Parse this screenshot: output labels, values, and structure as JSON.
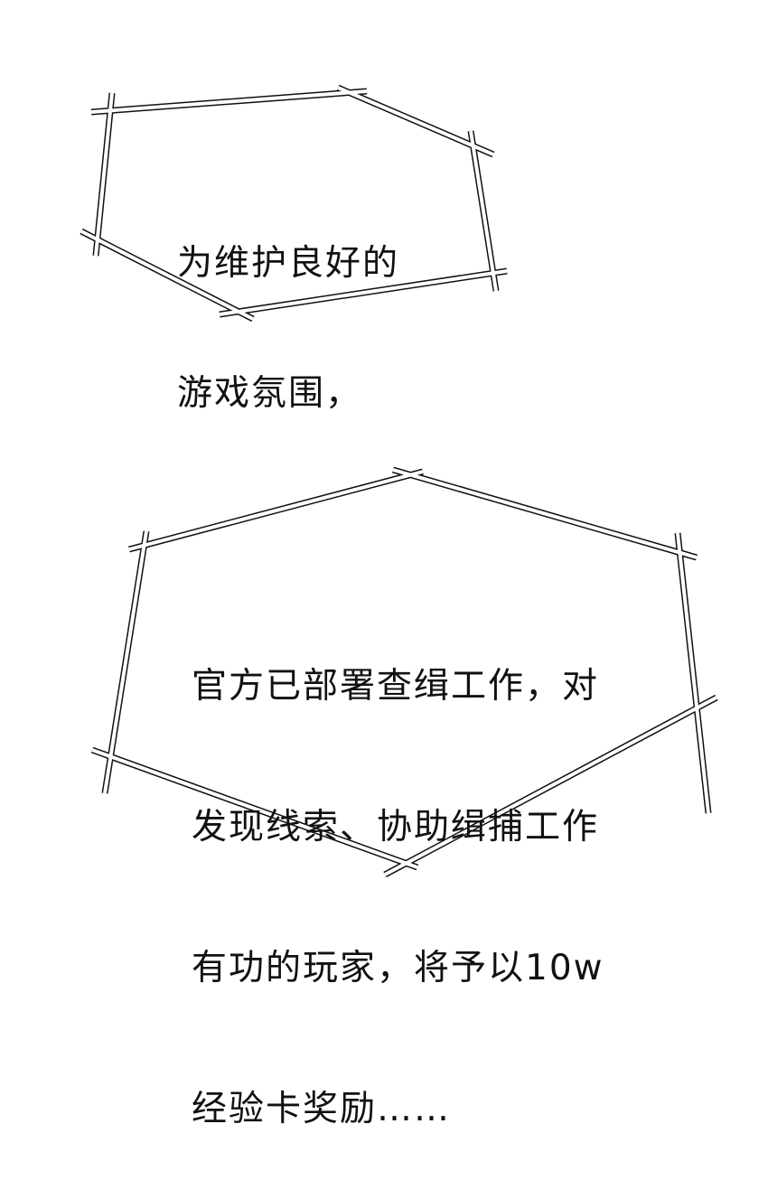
{
  "panel": {
    "background": "#ffffff",
    "frame_color": "#111111"
  },
  "caption_1": {
    "lines": [
      "为维护良好的",
      "游戏氛围，"
    ]
  },
  "caption_2": {
    "lines": [
      "官方已部署查缉工作，对",
      "发现线索、协助缉捕工作",
      "有功的玩家，将予以10w",
      "经验卡奖励……"
    ]
  }
}
